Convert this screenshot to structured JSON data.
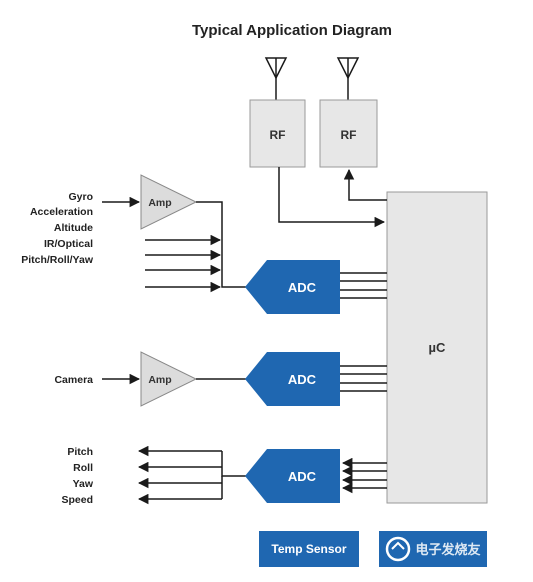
{
  "title": "Typical Application Diagram",
  "inputs_top": [
    "Gyro",
    "Acceleration",
    "Altitude",
    "IR/Optical",
    "Pitch/Roll/Yaw"
  ],
  "input_camera": "Camera",
  "outputs": [
    "Pitch",
    "Roll",
    "Yaw",
    "Speed"
  ],
  "blocks": {
    "rf": "RF",
    "amp": "Amp",
    "adc": "ADC",
    "uc": "µC",
    "temp_sensor": "Temp Sensor"
  },
  "watermark": "电子发烧友",
  "colors": {
    "adc_fill": "#1f67b1",
    "box_fill": "#e7e7e7",
    "box_stroke": "#9a9a9a",
    "line": "#1a1a1a"
  }
}
